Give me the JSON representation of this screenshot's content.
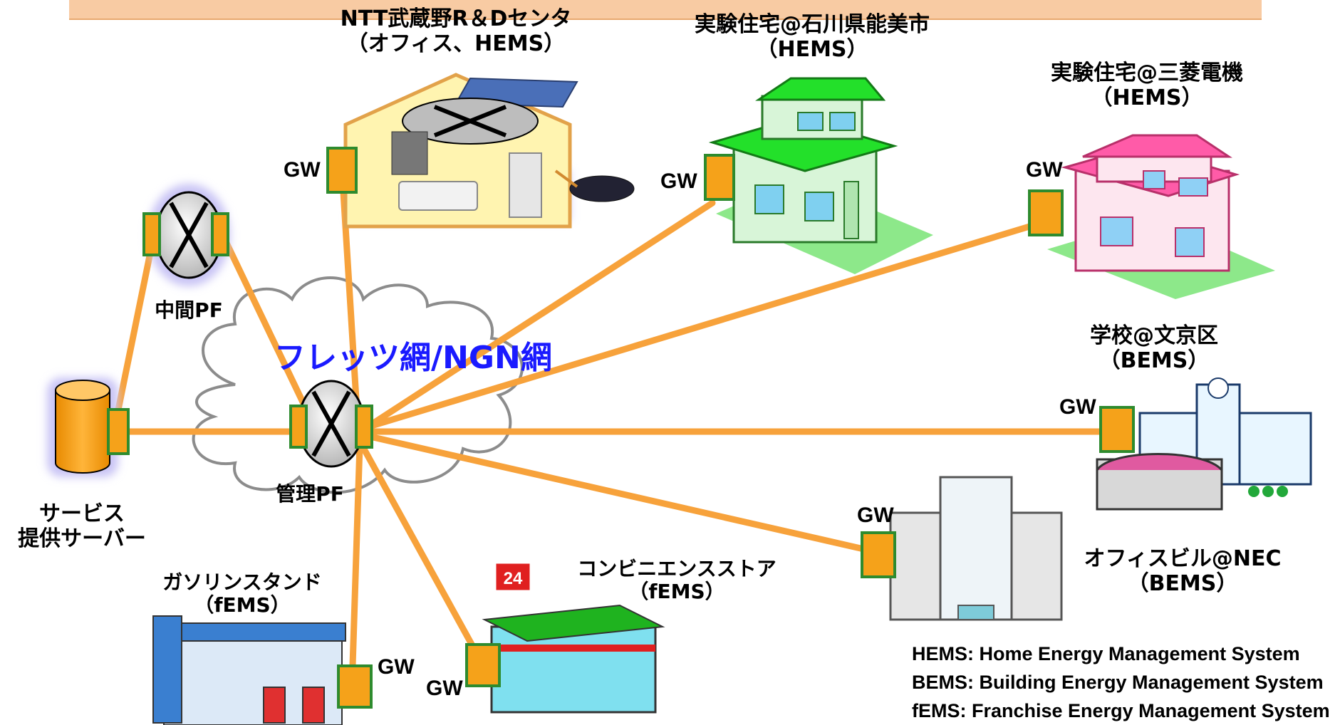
{
  "network": {
    "name": "フレッツ網/NGN網"
  },
  "nodes": {
    "ntt": {
      "title": "NTT武蔵野R＆Dセンタ",
      "subtitle": "（オフィス、HEMS）"
    },
    "nomi": {
      "title": "実験住宅@石川県能美市",
      "subtitle": "（HEMS）"
    },
    "mitsubishi": {
      "title": "実験住宅@三菱電機",
      "subtitle": "（HEMS）"
    },
    "school": {
      "title": "学校@文京区",
      "subtitle": "（BEMS）"
    },
    "nec": {
      "title": "オフィスビル@NEC",
      "subtitle": "（BEMS）"
    },
    "conv": {
      "title": "コンビニエンスストア",
      "subtitle": "（fEMS）"
    },
    "gas": {
      "title": "ガソリンスタンド",
      "subtitle": "（fEMS）"
    },
    "server": {
      "line1": "サービス",
      "line2": "提供サーバー"
    },
    "mid_pf": {
      "label": "中間PF"
    },
    "mgmt_pf": {
      "label": "管理PF"
    }
  },
  "gw_label": "GW",
  "store_sign": "24",
  "legend": [
    "HEMS: Home Energy Management System",
    "BEMS: Building Energy Management System",
    "fEMS: Franchise Energy Management System"
  ],
  "colors": {
    "link": "#f7a23b",
    "gw_fill": "#f5a21a",
    "gw_border": "#2e8b2e",
    "network_text": "#1a1aff",
    "banner": "#f8cba3"
  }
}
